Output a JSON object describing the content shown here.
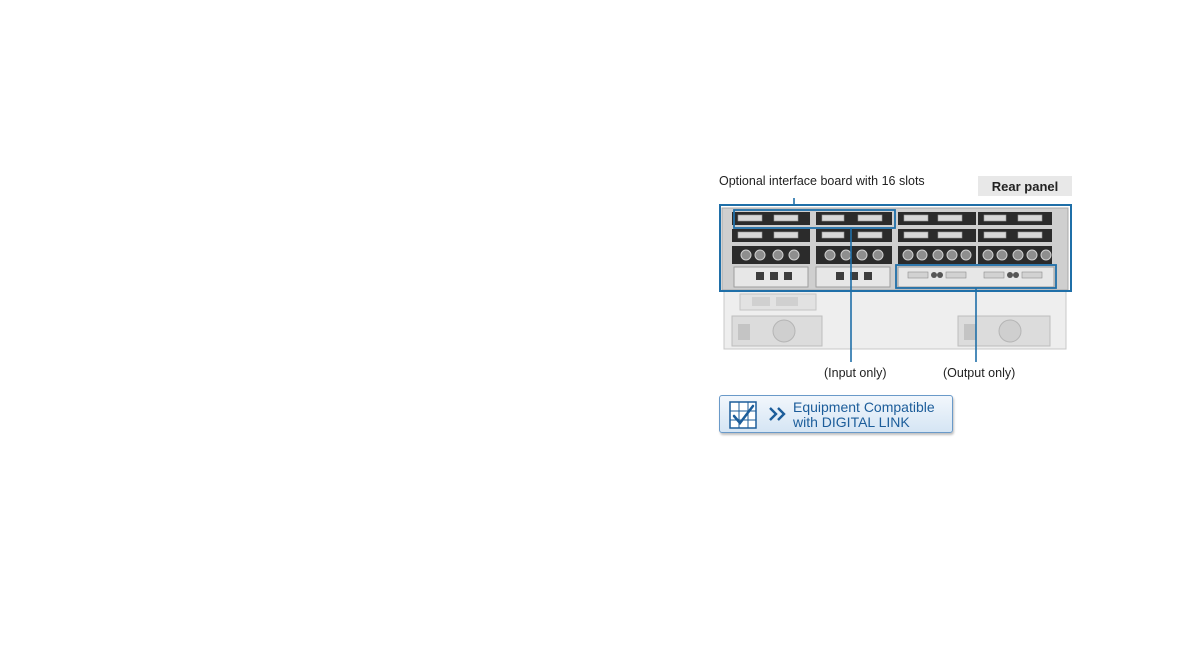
{
  "labels": {
    "optional_board": "Optional interface board with 16 slots",
    "rear_panel": "Rear panel",
    "input_only": "(Input only)",
    "output_only": "(Output only)"
  },
  "banner": {
    "line1": "Equipment Compatible",
    "line2": "with DIGITAL LINK",
    "icon": "checkbox-grid-icon",
    "chevron_icon": "double-chevron-icon"
  },
  "colors": {
    "callout_blue": "#1f6fa8",
    "banner_text": "#1c5d9a",
    "board_dark": "#2b2b2b",
    "chassis_gray": "#d9d9d9"
  }
}
